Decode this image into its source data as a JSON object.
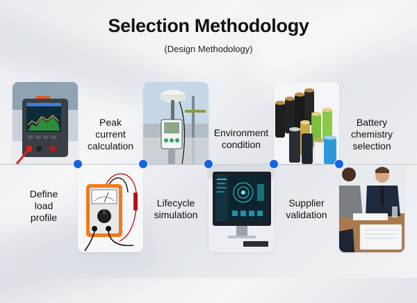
{
  "header": {
    "title": "Selection Methodology",
    "subtitle": "(Design Methodology)"
  },
  "colors": {
    "accent": "#1464e8",
    "background": "#eef0f3",
    "timeline": "#c9ccd1",
    "text": "#111111"
  },
  "steps": [
    {
      "order": 1,
      "label": "Define load profile",
      "position": "bottom",
      "image": "analog-multimeter-icon"
    },
    {
      "order": 2,
      "label": "Peak current calculation",
      "position": "top",
      "image": "digital-power-analyzer-icon"
    },
    {
      "order": 3,
      "label": "Lifecycle simulation",
      "position": "bottom",
      "image": "computer-dashboard-icon"
    },
    {
      "order": 4,
      "label": "Environment condition",
      "position": "top",
      "image": "weather-sensor-icon"
    },
    {
      "order": 5,
      "label": "Supplier validation",
      "position": "bottom",
      "image": "business-meeting-icon"
    },
    {
      "order": 6,
      "label": "Battery chemistry selection",
      "position": "top",
      "image": "battery-cells-icon"
    }
  ],
  "labels": {
    "define_1": "Define",
    "define_2": "load",
    "define_3": "profile",
    "peak_1": "Peak",
    "peak_2": "current",
    "peak_3": "calculation",
    "life_1": "Lifecycle",
    "life_2": "simulation",
    "env_1": "Environment",
    "env_2": "condition",
    "sup_1": "Supplier",
    "sup_2": "validation",
    "bat_1": "Battery",
    "bat_2": "chemistry",
    "bat_3": "selection"
  }
}
